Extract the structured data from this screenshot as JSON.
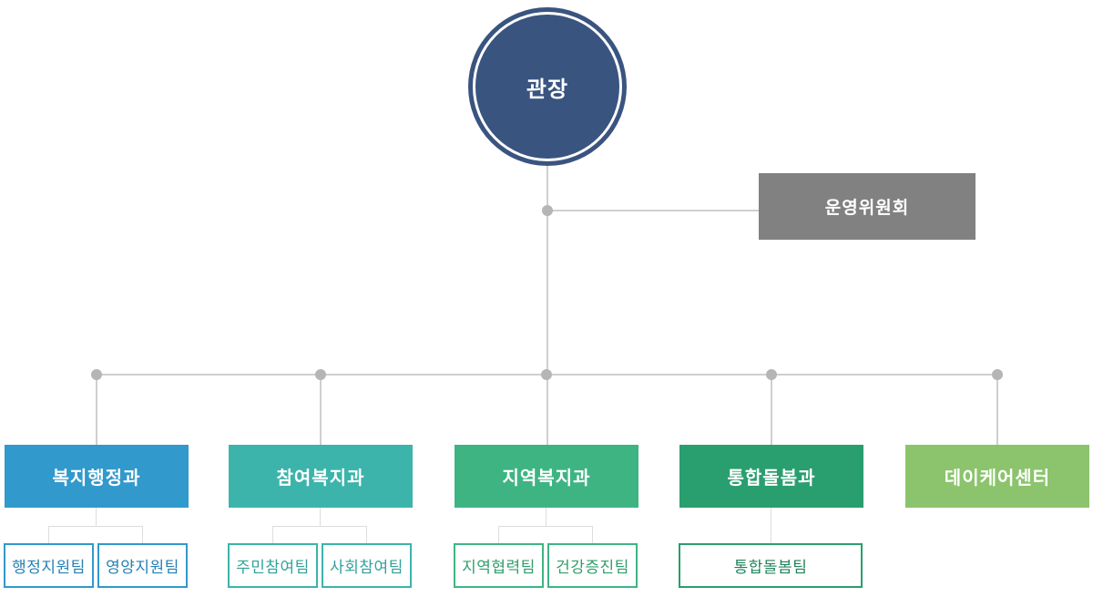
{
  "director": {
    "label": "관장",
    "color": "#3a5480",
    "text_color": "#ffffff"
  },
  "committee": {
    "label": "운영위원회",
    "color": "#818181",
    "text_color": "#ffffff"
  },
  "connectors": {
    "line_color": "#cfcfcf",
    "sub_line_color": "#dddddd",
    "dot_color": "#b5b5b5"
  },
  "departments": [
    {
      "label": "복지행정과",
      "color": "#3199cb",
      "team_text_color": "#2581b5",
      "teams": [
        {
          "label": "행정지원팀"
        },
        {
          "label": "영양지원팀"
        }
      ]
    },
    {
      "label": "참여복지과",
      "color": "#3cb4ab",
      "team_text_color": "#31a299",
      "teams": [
        {
          "label": "주민참여팀"
        },
        {
          "label": "사회참여팀"
        }
      ]
    },
    {
      "label": "지역복지과",
      "color": "#3fb483",
      "team_text_color": "#2f9e6d",
      "teams": [
        {
          "label": "지역협력팀"
        },
        {
          "label": "건강증진팀"
        }
      ]
    },
    {
      "label": "통합돌봄과",
      "color": "#299e6e",
      "team_text_color": "#21825a",
      "teams": [
        {
          "label": "통합돌봄팀"
        }
      ]
    },
    {
      "label": "데이케어센터",
      "color": "#8bc46d",
      "team_text_color": "#6ba64a",
      "teams": []
    }
  ]
}
